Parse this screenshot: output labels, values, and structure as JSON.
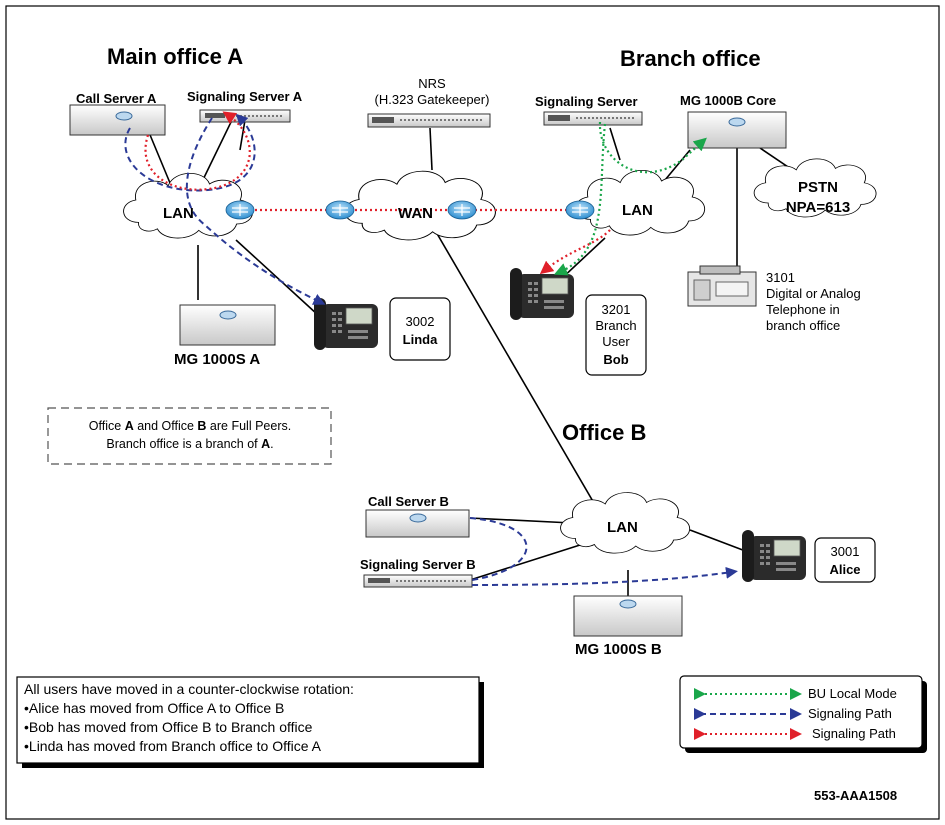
{
  "sections": {
    "main_office": "Main office A",
    "branch_office": "Branch office",
    "office_b": "Office B"
  },
  "devices": {
    "call_server_a": "Call Server A",
    "signaling_server_a": "Signaling Server A",
    "nrs_line1": "NRS",
    "nrs_line2": "(H.323 Gatekeeper)",
    "signaling_server_branch": "Signaling Server",
    "mg1000b_core": "MG 1000B Core",
    "mg1000s_a": "MG 1000S A",
    "call_server_b": "Call Server B",
    "signaling_server_b": "Signaling Server B",
    "mg1000s_b": "MG 1000S B"
  },
  "networks": {
    "lan_a": "LAN",
    "wan": "WAN",
    "lan_branch": "LAN",
    "lan_b": "LAN",
    "pstn_line1": "PSTN",
    "pstn_line2": "NPA=613"
  },
  "phones": {
    "linda": {
      "ext": "3002",
      "name": "Linda"
    },
    "bob": {
      "ext": "3201",
      "line2": "Branch",
      "line3": "User",
      "name": "Bob"
    },
    "alice": {
      "ext": "3001",
      "name": "Alice"
    },
    "analog": {
      "line1": "3101",
      "line2": "Digital or Analog",
      "line3": "Telephone in",
      "line4": "branch office"
    }
  },
  "peers_note": {
    "l1_a": "Office ",
    "l1_b": "A",
    "l1_c": " and Office ",
    "l1_d": "B",
    "l1_e": " are Full Peers.",
    "l2_a": "Branch office is a branch of ",
    "l2_b": "A",
    "l2_c": "."
  },
  "moves_note": {
    "title": "All users have moved in a counter-clockwise rotation:",
    "items": [
      "•Alice has moved from Office A to Office B",
      "•Bob has moved from Office B to Branch office",
      "•Linda has moved from Branch office to Office A"
    ]
  },
  "legend": [
    {
      "label": "BU Local Mode",
      "color": "#1aa64a",
      "style": "dotted"
    },
    {
      "label": "Signaling Path",
      "color": "#2b3a96",
      "style": "dashed"
    },
    {
      "label": "Signaling Path",
      "color": "#e0202a",
      "style": "dotted"
    }
  ],
  "figure_id": "553-AAA1508",
  "colors": {
    "green": "#1aa64a",
    "blue": "#2b3a96",
    "red": "#e0202a",
    "router": "#3a9ad6"
  }
}
